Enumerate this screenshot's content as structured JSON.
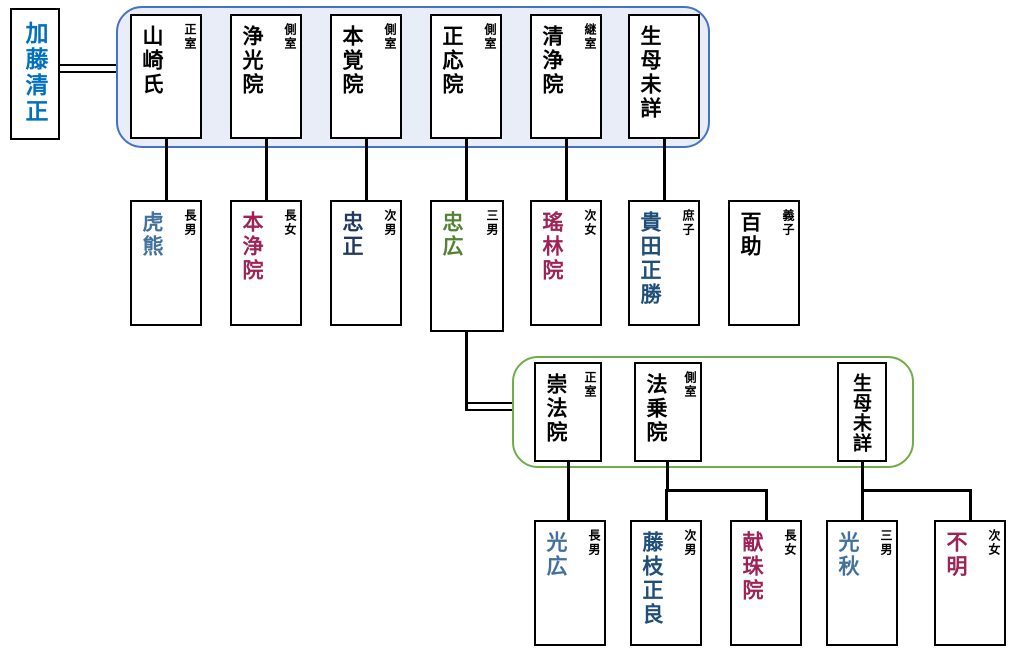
{
  "root": {
    "name": "加藤清正",
    "color": "#0070C0"
  },
  "gen1": {
    "spouses": [
      {
        "name": "山崎氏",
        "label": "正室"
      },
      {
        "name": "浄光院",
        "label": "側室"
      },
      {
        "name": "本覚院",
        "label": "側室"
      },
      {
        "name": "正応院",
        "label": "側室"
      },
      {
        "name": "清浄院",
        "label": "継室"
      },
      {
        "name": "生母未詳",
        "label": ""
      }
    ],
    "children": [
      {
        "name": "虎熊",
        "label": "長男",
        "color": "#41719C"
      },
      {
        "name": "本浄院",
        "label": "長女",
        "color": "#9E2256"
      },
      {
        "name": "忠正",
        "label": "次男",
        "color": "#1F3864"
      },
      {
        "name": "忠広",
        "label": "三男",
        "color": "#548235"
      },
      {
        "name": "瑤林院",
        "label": "次女",
        "color": "#9E2256"
      },
      {
        "name": "貴田正勝",
        "label": "庶子",
        "color": "#1F4E79"
      },
      {
        "name": "百助",
        "label": "義子",
        "color": "#000000"
      }
    ]
  },
  "gen2": {
    "spouses": [
      {
        "name": "崇法院",
        "label": "正室"
      },
      {
        "name": "法乗院",
        "label": "側室"
      },
      {
        "name": "生母未詳",
        "label": ""
      }
    ],
    "children": [
      {
        "name": "光広",
        "label": "長男",
        "color": "#41719C"
      },
      {
        "name": "藤枝正良",
        "label": "次男",
        "color": "#1F4E79"
      },
      {
        "name": "献珠院",
        "label": "長女",
        "color": "#9E2256"
      },
      {
        "name": "光秋",
        "label": "三男",
        "color": "#41719C"
      },
      {
        "name": "不明",
        "label": "次女",
        "color": "#9E2256"
      }
    ]
  },
  "styles": {
    "gen1_group_border": "#4472C4",
    "gen1_group_fill": "#E9EDF7",
    "gen2_group_border": "#70AD47",
    "gen2_group_fill": "#FFFFFF",
    "line_color": "#000000"
  }
}
